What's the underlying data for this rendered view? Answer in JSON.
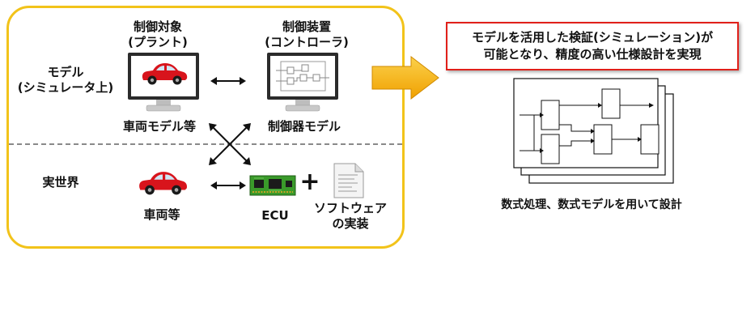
{
  "left": {
    "plant_heading": "制御対象\n(プラント)",
    "controller_heading": "制御装置\n(コントローラ)",
    "model_row_label": "モデル\n(シミュレータ上)",
    "real_row_label": "実世界",
    "vehicle_model_label": "車両モデル等",
    "controller_model_label": "制御器モデル",
    "vehicle_label": "車両等",
    "ecu_label": "ECU",
    "plus_sign": "+",
    "software_label": "ソフトウェア\nの実装"
  },
  "right": {
    "highlight_text": "モデルを活用した検証(シミュレーション)が\n可能となり、精度の高い仕様設計を実現",
    "caption": "数式処理、数式モデルを用いて設計"
  },
  "colors": {
    "panel_border": "#f2c31a",
    "arrow_fill": "#f5a800",
    "highlight_border": "#e0201a",
    "car_body": "#d8141c",
    "ecu_board": "#3a9a2a",
    "divider": "#8a8a8a"
  },
  "icons": [
    "monitor-icon",
    "car-icon",
    "block-diagram-icon",
    "double-arrow-icon",
    "cross-arrow-icon",
    "ecu-board-icon",
    "document-icon",
    "big-right-arrow-icon"
  ]
}
